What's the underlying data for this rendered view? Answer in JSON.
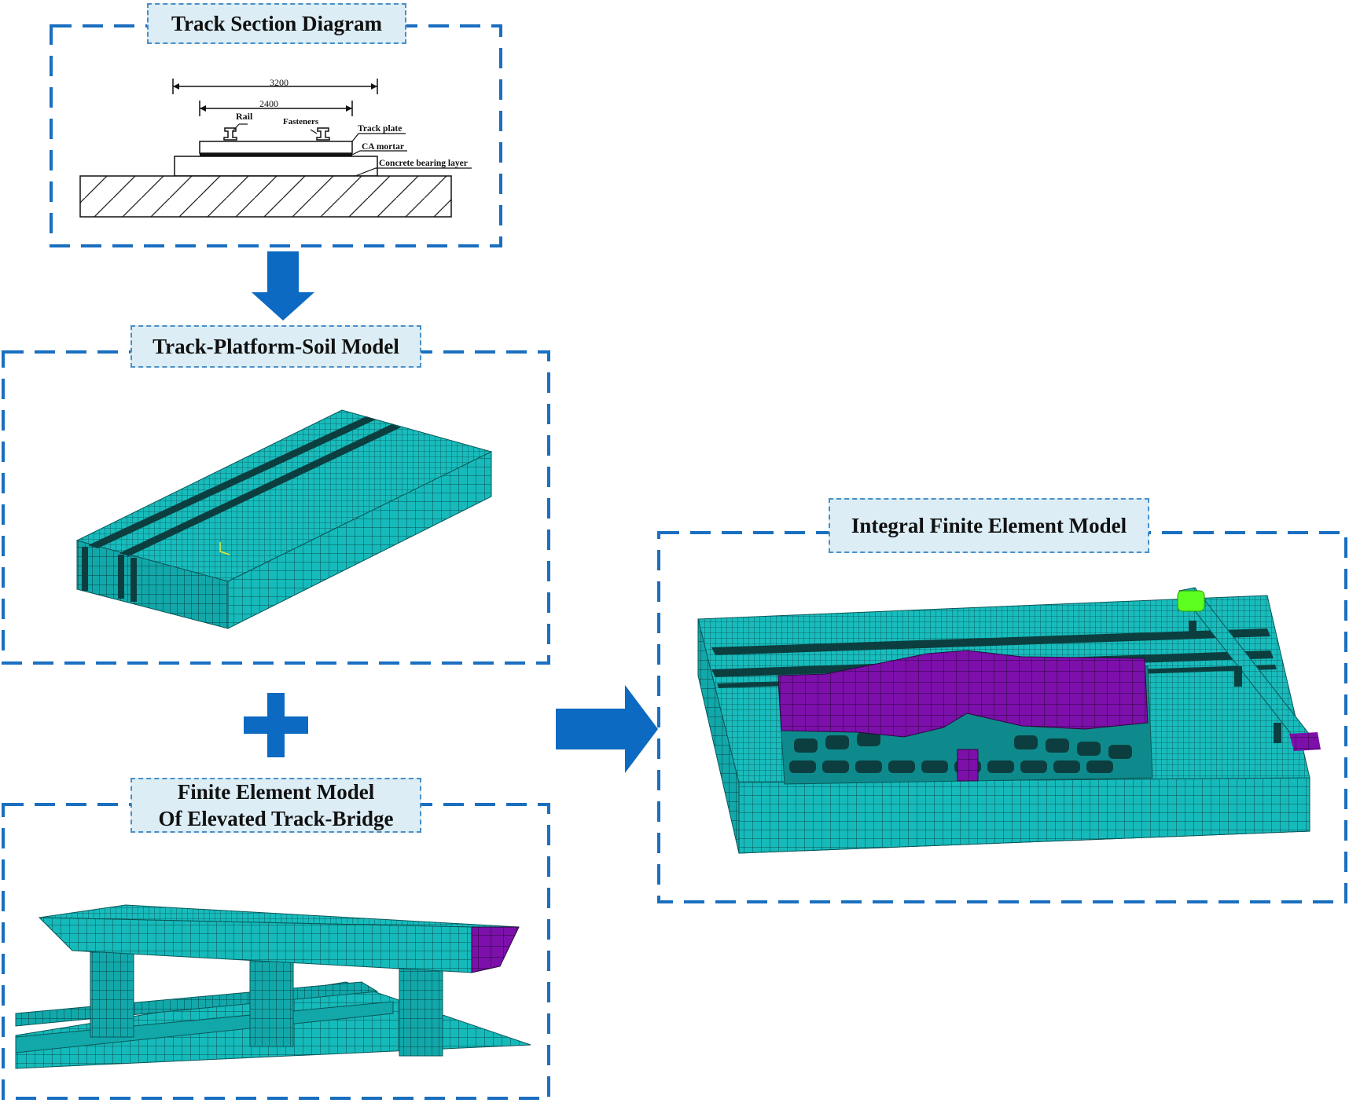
{
  "panels": {
    "track_section": {
      "title": "Track Section Diagram"
    },
    "track_platform_soil": {
      "title": "Track-Platform-Soil Model"
    },
    "elevated_bridge": {
      "title_line1": "Finite Element Model",
      "title_line2": "Of Elevated Track-Bridge"
    },
    "integral_model": {
      "title": "Integral Finite Element Model"
    }
  },
  "section_diagram": {
    "dim_outer": "3200",
    "dim_inner": "2400",
    "labels": {
      "rail": "Rail",
      "fasteners": "Fasteners",
      "track_plate": "Track plate",
      "ca_mortar": "CA mortar",
      "concrete_bearing_layer": "Concrete bearing layer"
    }
  },
  "colors": {
    "frame_blue": "#1a6fc0",
    "arrow_blue": "#0c6ac2",
    "title_fill": "#dcedf5",
    "mesh_cyan": "#14b8b8",
    "mesh_cyan_dark": "#0e8e90",
    "mesh_purple": "#7a0ca6",
    "marker_green": "#5cff1f"
  },
  "icons": {
    "down_arrow": "arrow-down-icon",
    "plus": "plus-icon",
    "right_arrow": "arrow-right-icon"
  }
}
